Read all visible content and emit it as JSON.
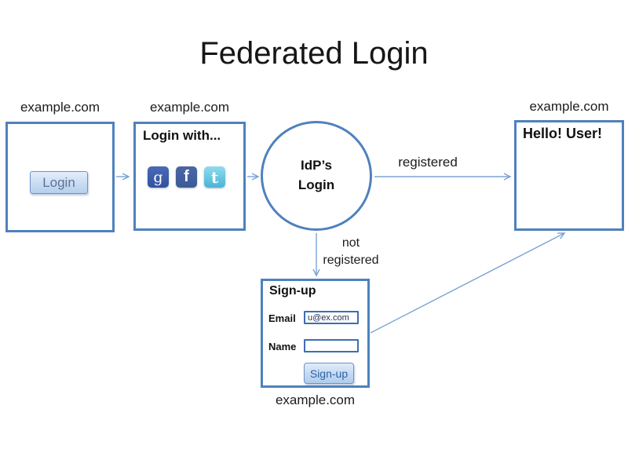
{
  "title": "Federated Login",
  "login_box": {
    "domain_label": "example.com",
    "login_button": "Login"
  },
  "provider_box": {
    "domain_label": "example.com",
    "heading": "Login with...",
    "google_letter": "g",
    "facebook_letter": "f",
    "twitter_letter": "t"
  },
  "idp_circle": {
    "line1": "IdP’s",
    "line2": "Login"
  },
  "edges": {
    "registered_label": "registered",
    "not_registered_line1": "not",
    "not_registered_line2": "registered"
  },
  "hello_box": {
    "domain_label": "example.com",
    "heading": "Hello! User!"
  },
  "signup_box": {
    "domain_label": "example.com",
    "heading": "Sign-up",
    "email_label": "Email",
    "email_value": "u@ex.com",
    "name_label": "Name",
    "name_value": "",
    "submit_button": "Sign-up"
  },
  "colors": {
    "box_border": "#4f81bd",
    "arrow": "#7ba2d6",
    "google_blue": "#32519f",
    "facebook_blue": "#3b5998",
    "twitter_blue": "#49b4d7",
    "button_text": "#5f7195",
    "signup_button_text": "#2e62a6"
  }
}
